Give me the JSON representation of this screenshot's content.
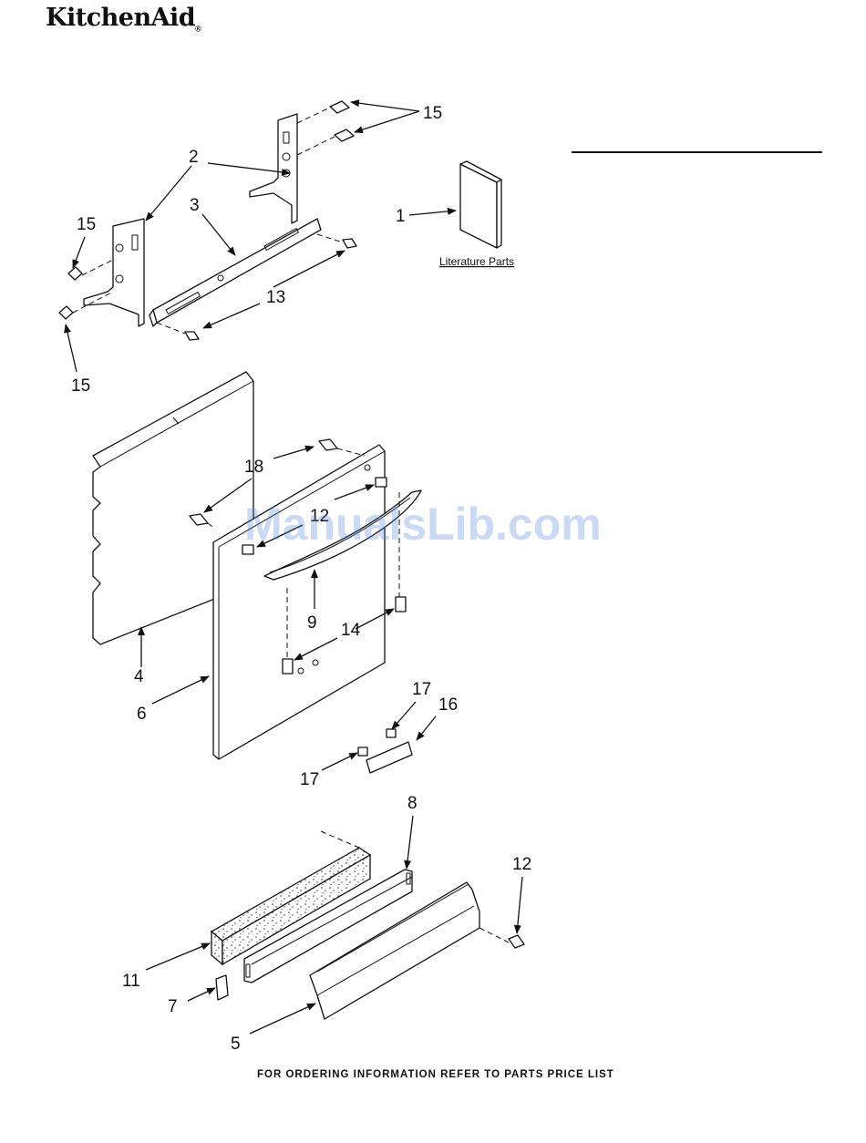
{
  "brand": {
    "logo_text": "KitchenAid",
    "registered_mark": "®"
  },
  "diagram": {
    "watermark": "ManualsLib.com",
    "literature_label": "Literature Parts",
    "callouts": [
      "15",
      "15",
      "2",
      "15",
      "3",
      "1",
      "13",
      "15",
      "18",
      "12",
      "9",
      "14",
      "4",
      "6",
      "17",
      "16",
      "17",
      "8",
      "12",
      "11",
      "7",
      "5"
    ]
  },
  "footer": {
    "text": "FOR ORDERING INFORMATION REFER TO PARTS PRICE LIST"
  }
}
